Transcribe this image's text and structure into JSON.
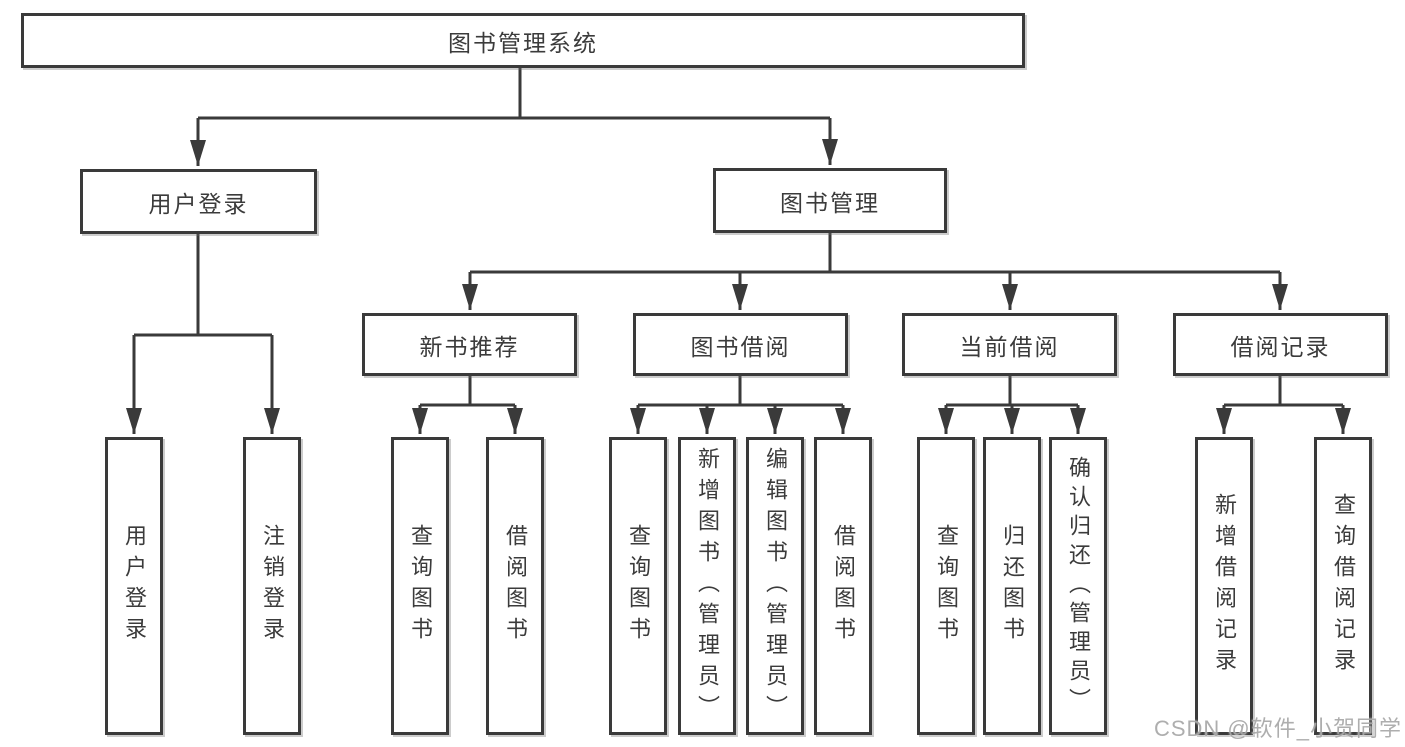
{
  "colors": {
    "line": "#3a3a3a",
    "box_border": "#3a3a3a",
    "box_fill": "#ffffff",
    "text": "#3b3b3b",
    "watermark": "#a5a5a5"
  },
  "watermark": {
    "text": "CSDN @软件_小贺同学"
  },
  "tree": {
    "label": "图书管理系统",
    "children": [
      {
        "label": "用户登录",
        "children": [
          {
            "label": "用户登录"
          },
          {
            "label": "注销登录"
          }
        ]
      },
      {
        "label": "图书管理",
        "children": [
          {
            "label": "新书推荐",
            "children": [
              {
                "label": "查询图书"
              },
              {
                "label": "借阅图书"
              }
            ]
          },
          {
            "label": "图书借阅",
            "children": [
              {
                "label": "查询图书"
              },
              {
                "label": "新增图书（管理员）"
              },
              {
                "label": "编辑图书（管理员）"
              },
              {
                "label": "借阅图书"
              }
            ]
          },
          {
            "label": "当前借阅",
            "children": [
              {
                "label": "查询图书"
              },
              {
                "label": "归还图书"
              },
              {
                "label": "确认归还（管理员）"
              }
            ]
          },
          {
            "label": "借阅记录",
            "children": [
              {
                "label": "新增借阅记录"
              },
              {
                "label": "查询借阅记录"
              }
            ]
          }
        ]
      }
    ]
  }
}
